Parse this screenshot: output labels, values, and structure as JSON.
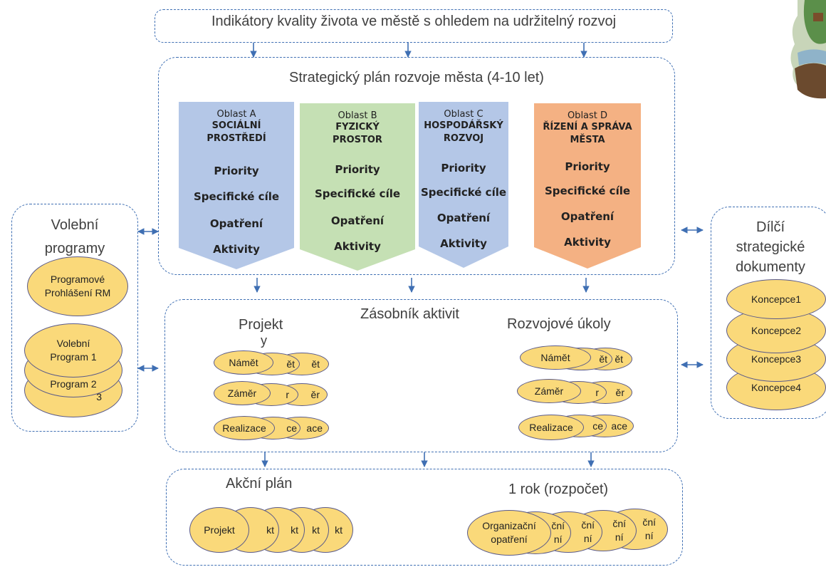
{
  "colors": {
    "border": "#3f6fb3",
    "arrow": "#3f6fb3",
    "ellipse_fill": "#fad97a",
    "area_a": "#b4c7e7",
    "area_b": "#c5e0b4",
    "area_c": "#b4c7e7",
    "area_d": "#f4b183"
  },
  "top_indicator": "Indikátory kvality života ve městě s ohledem na udržitelný rozvoj",
  "strategic_plan": {
    "title": "Strategický plán rozvoje města (4-10 let)",
    "areas": [
      {
        "name": "Oblast A",
        "type_line1": "SOCIÁLNÍ",
        "type_line2": "PROSTŘEDÍ",
        "type_line3": "",
        "items": [
          "Priority",
          "Specifické cíle",
          "Opatření",
          "Aktivity"
        ]
      },
      {
        "name": "Oblast B",
        "type_line1": "FYZICKÝ",
        "type_line2": "PROSTOR",
        "type_line3": "",
        "items": [
          "Priority",
          "Specifické cíle",
          "Opatření",
          "Aktivity"
        ]
      },
      {
        "name": "Oblast C",
        "type_line1": "HOSPODÁŘSKÝ",
        "type_line2": "ROZVOJ",
        "type_line3": "",
        "items": [
          "Priority",
          "Specifické cíle",
          "Opatření",
          "Aktivity"
        ]
      },
      {
        "name": "Oblast D",
        "type_line1": "ŘÍZENÍ A SPRÁVA",
        "type_line2": "MĚSTA",
        "type_line3": "",
        "items": [
          "Priority",
          "Specifické cíle",
          "Opatření",
          "Aktivity"
        ]
      }
    ]
  },
  "election": {
    "title_line1": "Volební",
    "title_line2": "programy",
    "declaration_line1": "Programové",
    "declaration_line2": "Prohlášení RM",
    "program1_line1": "Volební",
    "program1_line2": "Program 1",
    "program2": "Program 2",
    "program3_fragment": "3"
  },
  "partial_docs": {
    "title_line1": "Dílčí",
    "title_line2": "strategické",
    "title_line3": "dokumenty",
    "concepts": [
      "Koncepce1",
      "Koncepce2",
      "Koncepce3",
      "Koncepce4"
    ]
  },
  "stack": {
    "title": "Zásobník aktivit",
    "left_title_line1": "Projekt",
    "left_title_line2": "y",
    "right_title": "Rozvojové úkoly",
    "rows": [
      "Námět",
      "Záměr",
      "Realizace"
    ],
    "row_fragments": [
      [
        "ět",
        "ět"
      ],
      [
        "r",
        "ěr"
      ],
      [
        "ce",
        "ace"
      ]
    ]
  },
  "action_plan": {
    "title": "Akční plán",
    "project": "Projekt",
    "project_fragment": "kt",
    "year_title": "1 rok (rozpočet)",
    "org_line1": "Organizační",
    "org_line2": "opatření",
    "org_frag_line1": "ční",
    "org_frag_line2": "ní"
  }
}
